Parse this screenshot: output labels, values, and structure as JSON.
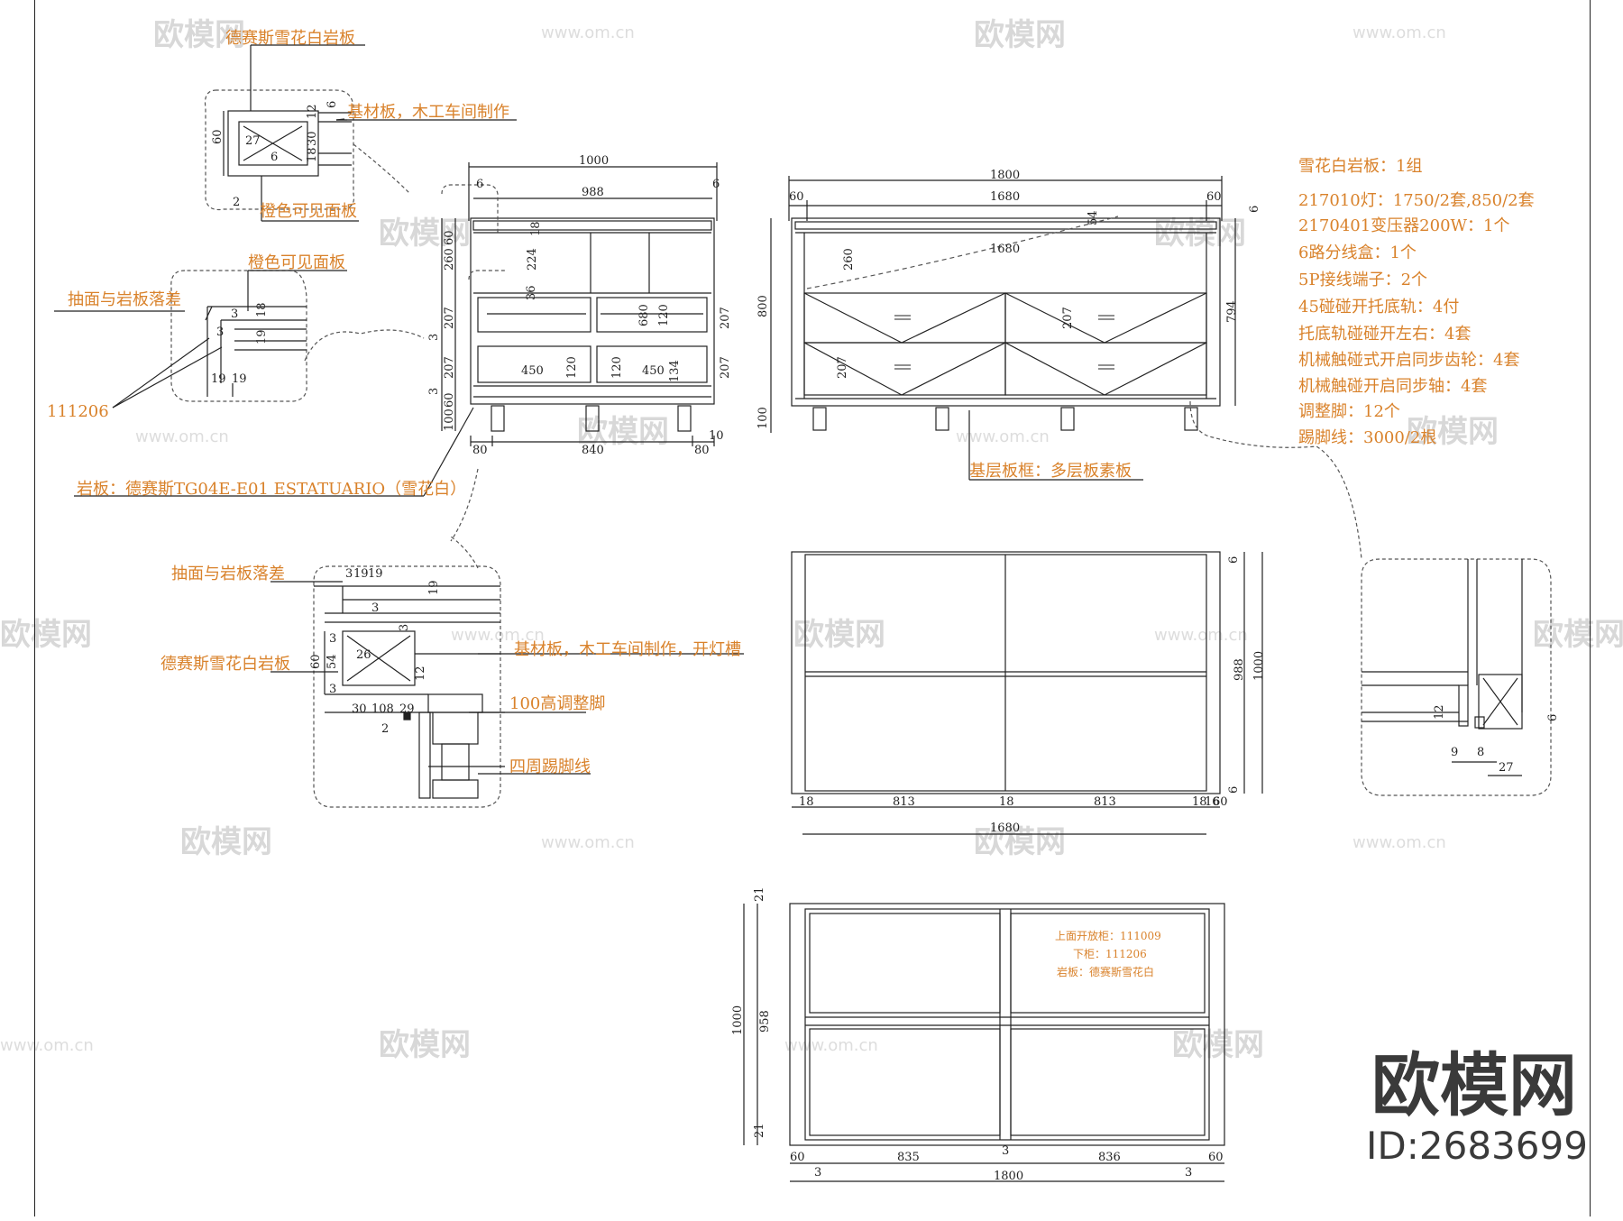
{
  "watermark": {
    "brand": "欧模网",
    "url": "www.om.cn"
  },
  "brand_badge": {
    "name": "欧模网",
    "id_label": "ID:2683699"
  },
  "detail_a": {
    "stone_label": "德赛斯雪花白岩板",
    "base_label": "基材板，木工车间制作",
    "visible_panel_label": "橙色可见面板",
    "dims": [
      "60",
      "27",
      "6",
      "12",
      "30",
      "18",
      "12",
      "2",
      "6"
    ]
  },
  "detail_b": {
    "visible_panel_label": "橙色可见面板",
    "gap_label": "抽面与岩板落差",
    "code_label": "111206",
    "dims": [
      "3",
      "18",
      "19",
      "3",
      "19",
      "19"
    ]
  },
  "front_view": {
    "dims_top": [
      "1000",
      "988",
      "6",
      "6"
    ],
    "dims_inner": [
      "224",
      "36",
      "260",
      "207",
      "207",
      "680",
      "120",
      "450",
      "450",
      "120",
      "120",
      "134",
      "207",
      "207",
      "3",
      "3",
      "60",
      "100",
      "60",
      "18"
    ],
    "dims_bottom": [
      "80",
      "840",
      "80",
      "10"
    ],
    "stone_spec_label": "岩板：德赛斯TG04E-E01  ESTATUARIO（雪花白）"
  },
  "side_view": {
    "dims_top": [
      "1800",
      "60",
      "1680",
      "60",
      "54",
      "1680",
      "6"
    ],
    "dims_inner": [
      "260",
      "207",
      "207",
      "800",
      "794",
      "100"
    ],
    "base_frame_label": "基层板框：多层板素板"
  },
  "spec_list": [
    "雪花白岩板：1组",
    "217010灯：1750/2套,850/2套",
    "2170401变压器200W：1个",
    "6路分线盒：1个",
    "5P接线端子：2个",
    "45碰碰开托底轨：4付",
    "托底轨碰碰开左右：4套",
    "机械触碰式开启同步齿轮：4套",
    "机械触碰开启同步轴：4套",
    "调整脚：12个",
    "踢脚线：3000/2根"
  ],
  "detail_c": {
    "gap_label": "抽面与岩板落差",
    "stone_label": "德赛斯雪花白岩板",
    "base_label": "基材板，木工车间制作，开灯槽",
    "foot_label": "100高调整脚",
    "skirting_label": "四周踢脚线",
    "dims": [
      "3",
      "19",
      "19",
      "19",
      "3",
      "3",
      "3",
      "54",
      "60",
      "3",
      "26",
      "12",
      "30",
      "108",
      "29",
      "2"
    ]
  },
  "plan_view": {
    "dims": [
      "6",
      "988",
      "1000",
      "6",
      "18",
      "813",
      "18",
      "813",
      "18",
      "16",
      "60",
      "1680"
    ]
  },
  "detail_d": {
    "dims": [
      "12",
      "9",
      "8",
      "27",
      "6"
    ]
  },
  "top_plan": {
    "note_lines": [
      "上面开放柜：111009",
      "下柜：111206",
      "岩板：德赛斯雪花白"
    ],
    "dims": [
      "21",
      "958",
      "1000",
      "21",
      "60",
      "835",
      "3",
      "836",
      "60",
      "3",
      "3",
      "1800"
    ]
  }
}
